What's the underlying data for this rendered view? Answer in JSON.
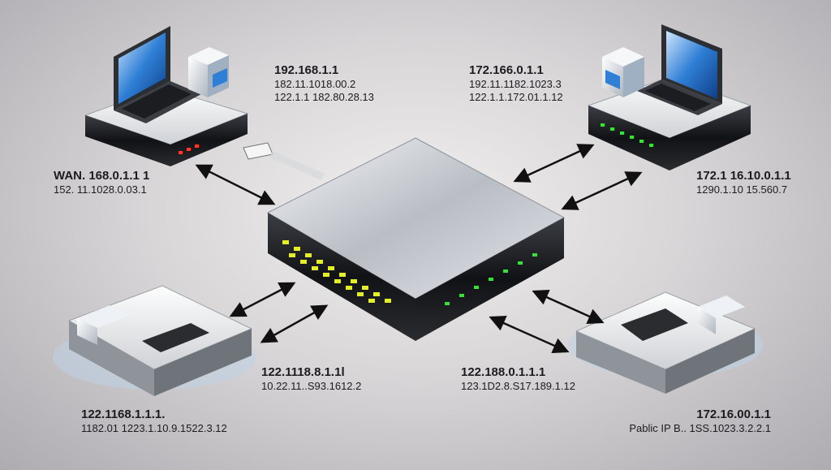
{
  "labels": {
    "top_left": {
      "l1": "192.168.1.1",
      "l2": "182.11.1018.00.2",
      "l3": "122.1.1 182.80.28.13"
    },
    "top_right": {
      "l1": "172.166.0.1.1",
      "l2": "192.11.1182.1023.3",
      "l3": "122.1.1.172.01.1.12"
    },
    "left": {
      "l1": "WAN. 168.0.1.1 1",
      "l2": "152. 11.1028.0.03.1"
    },
    "right": {
      "l1": "172.1 16.10.0.1.1",
      "l2": "1290.1.10 15.560.7"
    },
    "mid_left": {
      "l1": "122.1118.8.1.1l",
      "l2": "10.22.11..S93.1612.2"
    },
    "mid_right": {
      "l1": "122.188.0.1.1.1",
      "l2": "123.1D2.8.S17.189.1.12"
    },
    "bottom_left": {
      "l1": "122.1168.1.1.1.",
      "l2": "1182.01 1223.1.10.9.1522.3.12"
    },
    "bottom_right": {
      "l1": "172.16.00.1.1",
      "l2": "Pablic IP B.. 1SS.1023.3.2.2.1"
    }
  }
}
